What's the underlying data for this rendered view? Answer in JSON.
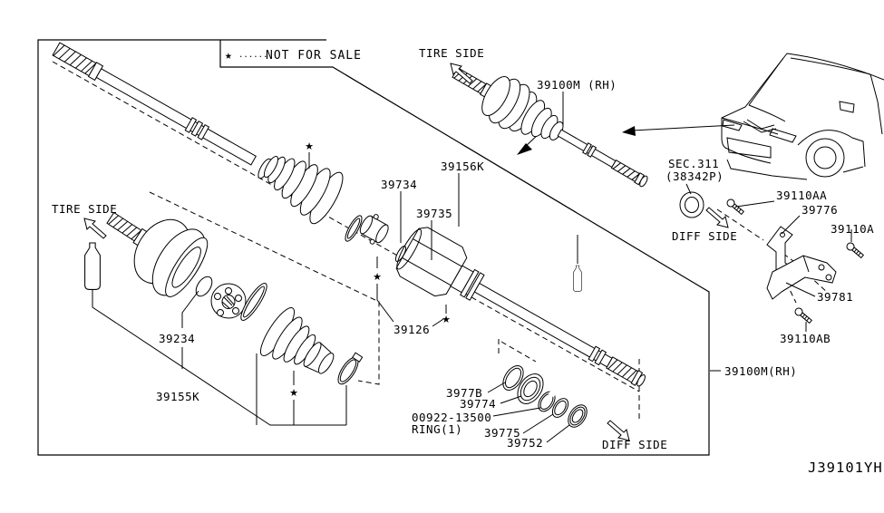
{
  "colors": {
    "ink": "#000000",
    "paper": "#ffffff"
  },
  "legend": {
    "star": "★",
    "dots": "......",
    "label": "NOT FOR SALE"
  },
  "markers": {
    "star": "★"
  },
  "directions": {
    "tire_top": "TIRE SIDE",
    "tire_left": "TIRE SIDE",
    "diff_upper": "DIFF SIDE",
    "diff_lower": "DIFF SIDE"
  },
  "callouts": {
    "shaft_assy_top": "39100M (RH)",
    "sec_ref": "SEC.311",
    "sec_ref_sub": "(38342P)",
    "bolt_39110aa": "39110AA",
    "bracket_39776": "39776",
    "bolt_39110a": "39110A",
    "bracket_39781": "39781",
    "bolt_39110ab": "39110AB",
    "shaft_assy_right": "39100M(RH)",
    "boot_kit_39156k": "39156K",
    "joint_39734": "39734",
    "ring_39735": "39735",
    "housing_39126": "39126",
    "ring_39234": "39234",
    "boot_kit_39155k": "39155K",
    "ring_3977b": "3977B",
    "bearing_39774": "39774",
    "snap_ring_no": "00922-13500",
    "snap_ring_name": "RING(1)",
    "ring_39775": "39775",
    "seal_39752": "39752"
  },
  "footer": {
    "drawing_code": "J39101YH"
  }
}
